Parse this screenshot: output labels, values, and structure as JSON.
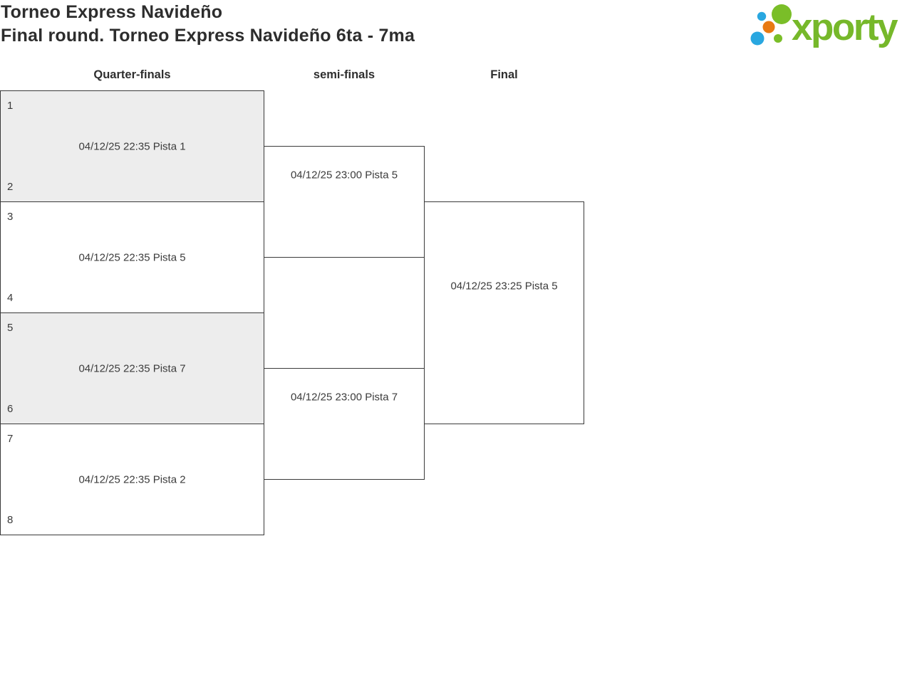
{
  "page": {
    "title_line1": "Torneo Express Navideño",
    "title_line2": "Final round. Torneo Express Navideño 6ta - 7ma"
  },
  "logo": {
    "text": "xporty"
  },
  "rounds": {
    "quarter_finals_label": "Quarter-finals",
    "semi_finals_label": "semi-finals",
    "final_label": "Final"
  },
  "bracket": {
    "quarter_finals": [
      {
        "seed_top": "1",
        "seed_bottom": "2",
        "schedule": "04/12/25 22:35 Pista 1"
      },
      {
        "seed_top": "3",
        "seed_bottom": "4",
        "schedule": "04/12/25 22:35 Pista 5"
      },
      {
        "seed_top": "5",
        "seed_bottom": "6",
        "schedule": "04/12/25 22:35 Pista 7"
      },
      {
        "seed_top": "7",
        "seed_bottom": "8",
        "schedule": "04/12/25 22:35 Pista 2"
      }
    ],
    "semi_finals": [
      {
        "schedule": "04/12/25 23:00 Pista 5"
      },
      {
        "schedule": "04/12/25 23:00 Pista 7"
      }
    ],
    "final": {
      "schedule": "04/12/25 23:25 Pista 5"
    }
  },
  "colors": {
    "brand_green": "#76b82a",
    "dot_green": "#7abe28",
    "dot_blue": "#29a7e0",
    "dot_orange": "#e87a13",
    "shaded_match_bg": "#ededed",
    "border": "#3a3a3a",
    "text": "#3c3c3c"
  }
}
